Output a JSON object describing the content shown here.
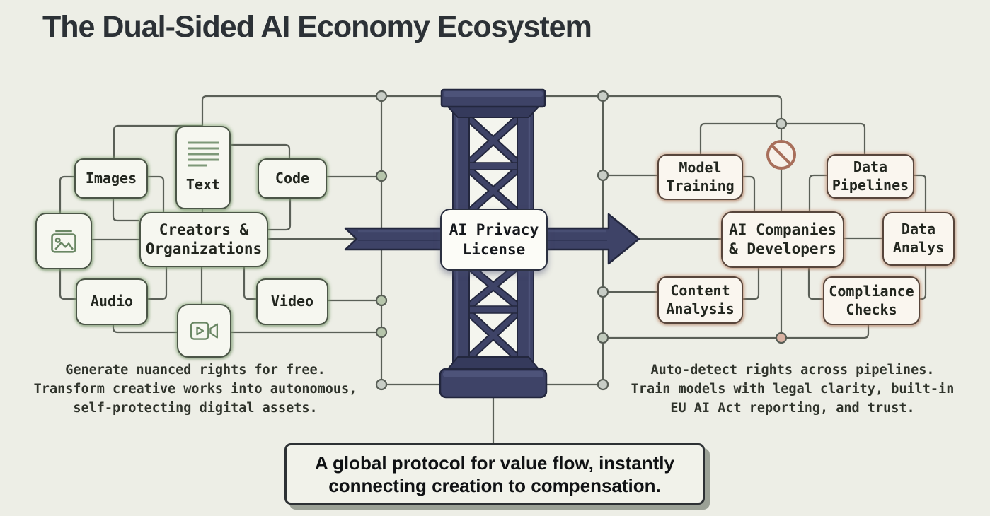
{
  "title": "The Dual-Sided AI Economy Ecosystem",
  "left": {
    "images": "Images",
    "text": "Text",
    "code": "Code",
    "hub": "Creators &\nOrganizations",
    "audio": "Audio",
    "video": "Video",
    "description": "Generate nuanced rights for free.\nTransform creative works into autonomous,\nself-protecting digital assets.",
    "icons": [
      "image-icon",
      "text-lines-icon",
      "video-camera-icon"
    ]
  },
  "center": {
    "license": "AI Privacy\nLicense",
    "caption": "A global protocol for value flow, instantly\nconnecting creation to compensation.",
    "icons": [
      "truss-tower-graphic",
      "flow-arrow"
    ]
  },
  "right": {
    "model_training": "Model\nTraining",
    "data_pipelines": "Data\nPipelines",
    "hub": "AI Companies\n& Developers",
    "data_analysis": "Data\nAnalys",
    "content_analysis": "Content\nAnalysis",
    "compliance_checks": "Compliance\nChecks",
    "description": "Auto-detect rights across pipelines.\nTrain models with legal clarity, built-in\nEU AI Act reporting, and trust.",
    "icons": [
      "prohibition-icon"
    ]
  },
  "colors": {
    "background": "#edeee6",
    "connector_line": "#5a5f57",
    "navy": "#3e4367",
    "navy_dark": "#23273e",
    "green_box_glow": "#86a876",
    "clay_box_glow": "#c48c6e",
    "prohibition": "#a86f5b",
    "title_text": "#2c3136"
  }
}
